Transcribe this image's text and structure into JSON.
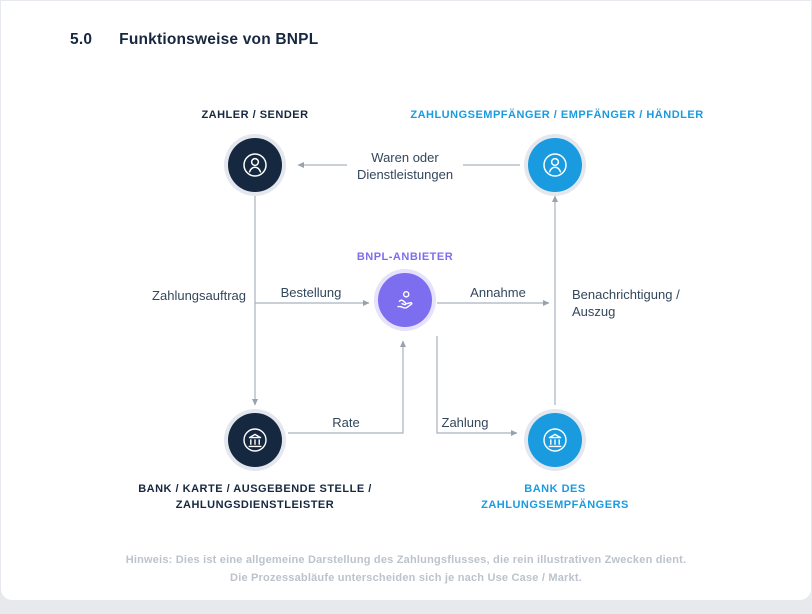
{
  "page": {
    "section_number": "5.0",
    "title": "Funktionsweise von BNPL"
  },
  "colors": {
    "navy": "#16283f",
    "blue": "#1a9be0",
    "purple": "#7d6ef0",
    "line": "#a9b2be",
    "note": "#bcc3cd"
  },
  "nodes": {
    "payer": {
      "label": "ZAHLER / SENDER",
      "icon": "person-icon",
      "color": "#16283f"
    },
    "payee": {
      "label": "ZAHLUNGSEMPFÄNGER / EMPFÄNGER / HÄNDLER",
      "icon": "person-icon",
      "color": "#1a9be0"
    },
    "bnpl": {
      "label": "BNPL-ANBIETER",
      "icon": "hand-coin-icon",
      "color": "#7d6ef0"
    },
    "payer_bank": {
      "label_line1": "BANK / KARTE / AUSGEBENDE STELLE /",
      "label_line2": "ZAHLUNGSDIENSTLEISTER",
      "icon": "bank-icon",
      "color": "#16283f"
    },
    "payee_bank": {
      "label_line1": "BANK DES",
      "label_line2": "ZAHLUNGSEMPFÄNGERS",
      "icon": "bank-icon",
      "color": "#1a9be0"
    }
  },
  "edges": {
    "goods": {
      "label_line1": "Waren oder",
      "label_line2": "Dienstleistungen",
      "from": "payee",
      "to": "payer"
    },
    "payment_order": {
      "label": "Zahlungsauftrag",
      "from": "payer",
      "to": "payer_bank"
    },
    "order": {
      "label": "Bestellung",
      "from": "payer",
      "to": "bnpl"
    },
    "acceptance": {
      "label": "Annahme",
      "from": "bnpl",
      "to": "payee"
    },
    "notification": {
      "label_line1": "Benachrichtigung /",
      "label_line2": "Auszug",
      "from": "payee_bank",
      "to": "payee"
    },
    "installment": {
      "label": "Rate",
      "from": "payer_bank",
      "to": "bnpl"
    },
    "payment": {
      "label": "Zahlung",
      "from": "bnpl",
      "to": "payee_bank"
    }
  },
  "footer": {
    "note_line1": "Hinweis: Dies ist eine allgemeine Darstellung des Zahlungsflusses, die rein illustrativen Zwecken dient.",
    "note_line2": "Die Prozessabläufe unterscheiden sich je nach Use Case / Markt."
  }
}
